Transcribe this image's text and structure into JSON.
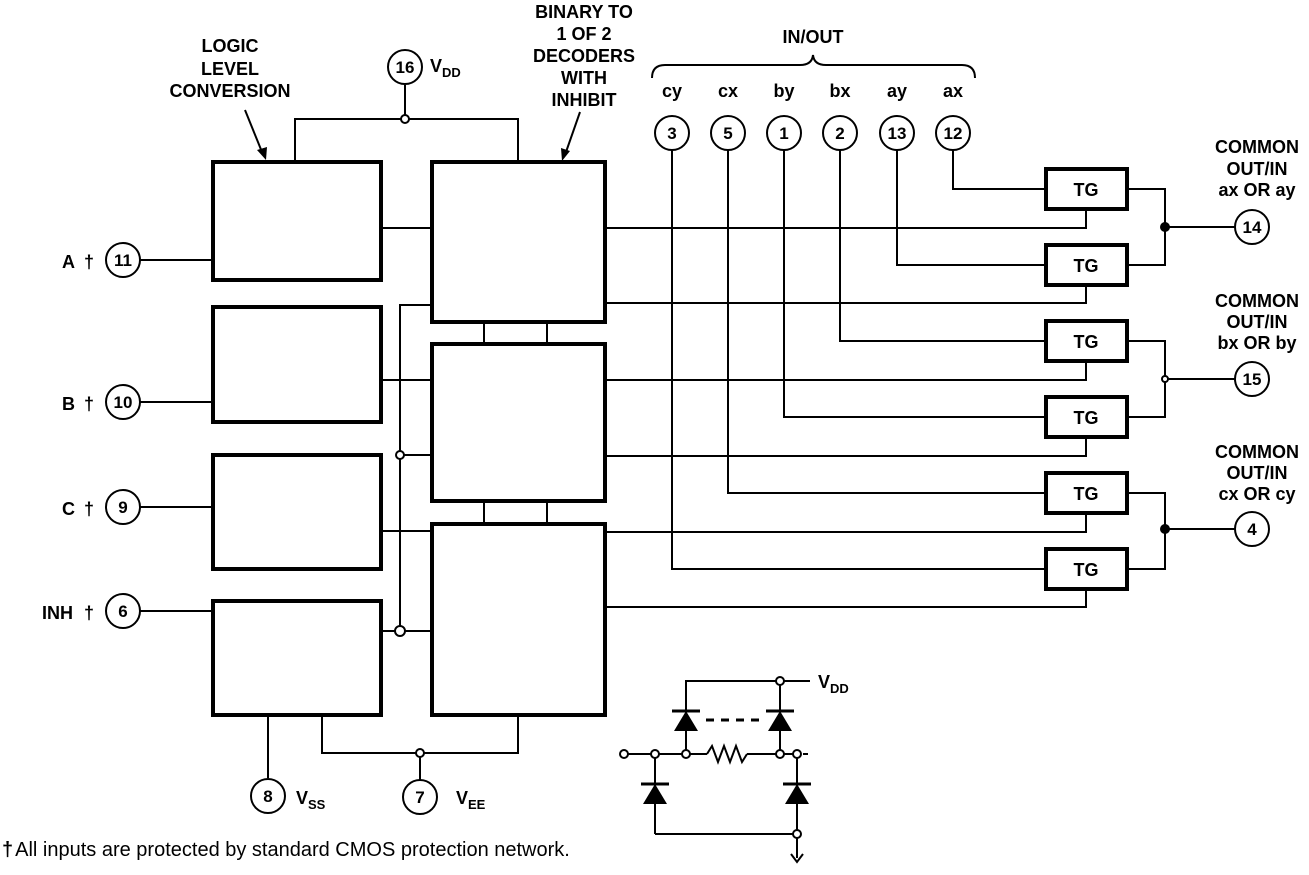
{
  "labels": {
    "logic_level": [
      "LOGIC",
      "LEVEL",
      "CONVERSION"
    ],
    "decoders": [
      "BINARY TO",
      "1 OF 2",
      "DECODERS",
      "WITH",
      "INHIBIT"
    ],
    "in_out": "IN/OUT",
    "channels": [
      "cy",
      "cx",
      "by",
      "bx",
      "ay",
      "ax"
    ],
    "vdd": "V",
    "vdd_sub": "DD",
    "vss": "V",
    "vss_sub": "SS",
    "vee": "V",
    "vee_sub": "EE",
    "vdd_bottom": "V",
    "vdd_bottom_sub": "DD"
  },
  "inputs": [
    {
      "name": "A",
      "dagger": "†",
      "pin": "11"
    },
    {
      "name": "B",
      "dagger": "†",
      "pin": "10"
    },
    {
      "name": "C",
      "dagger": "†",
      "pin": "9"
    },
    {
      "name": "INH",
      "dagger": "†",
      "pin": "6"
    }
  ],
  "pins": {
    "vdd": "16",
    "vss": "8",
    "vee": "7",
    "channels": [
      "3",
      "5",
      "1",
      "2",
      "13",
      "12"
    ]
  },
  "gates": [
    "TG",
    "TG",
    "TG",
    "TG",
    "TG",
    "TG"
  ],
  "commons": [
    {
      "lines": [
        "COMMON",
        "OUT/IN",
        "ax OR ay"
      ],
      "pin": "14"
    },
    {
      "lines": [
        "COMMON",
        "OUT/IN",
        "bx OR by"
      ],
      "pin": "15"
    },
    {
      "lines": [
        "COMMON",
        "OUT/IN",
        "cx OR cy"
      ],
      "pin": "4"
    }
  ],
  "footnote": {
    "dagger": "†",
    "text": "All inputs are protected by standard CMOS protection network."
  }
}
